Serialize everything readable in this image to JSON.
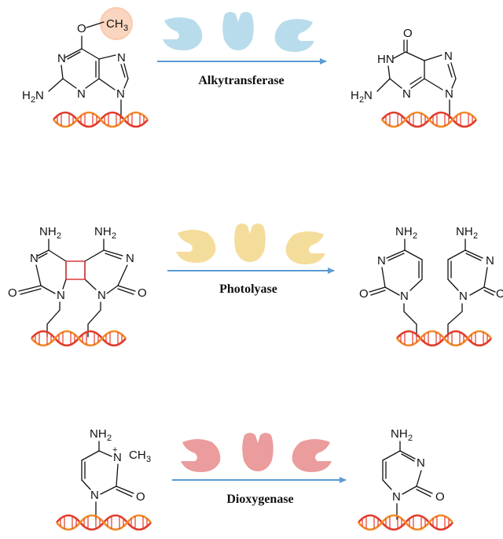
{
  "colors": {
    "arrow": "#5b9bd5",
    "alkyltransferase_enzyme": "#b8dcec",
    "photolyase_enzyme": "#f4dc9a",
    "dioxygenase_enzyme": "#eb9c9c",
    "methyl_highlight": "#f6b48c",
    "cyclobutane_bond": "#d62c2c",
    "dna_strand_a": "#e23b2b",
    "dna_strand_b": "#f28c28"
  },
  "reactions": [
    {
      "enzyme": "Alkytransferase",
      "substrate_labels": {
        "substituent": "O",
        "methyl": "CH",
        "methyl_sub": "3",
        "n7": "N",
        "n9": "N",
        "n1": "N",
        "n3": "N",
        "amino": "H",
        "amino_sub": "2",
        "amino_n": "N"
      },
      "product_labels": {
        "carbonyl": "O",
        "nh": "HN",
        "n7": "N",
        "n9": "N",
        "n3": "N",
        "amino": "H",
        "amino_sub": "2",
        "amino_n": "N"
      }
    },
    {
      "enzyme": "Photolyase",
      "substrate_labels": {
        "nh2": "NH",
        "nh2_sub": "2",
        "n": "N",
        "o": "O"
      },
      "product_labels": {
        "nh2": "NH",
        "nh2_sub": "2",
        "n": "N",
        "o": "O"
      }
    },
    {
      "enzyme": "Dioxygenase",
      "substrate_labels": {
        "nh2": "NH",
        "nh2_sub": "2",
        "n_plus": "N",
        "charge": "+",
        "methyl": "CH",
        "methyl_sub": "3",
        "n": "N",
        "o": "O"
      },
      "product_labels": {
        "nh2": "NH",
        "nh2_sub": "2",
        "n": "N",
        "o": "O"
      }
    }
  ]
}
